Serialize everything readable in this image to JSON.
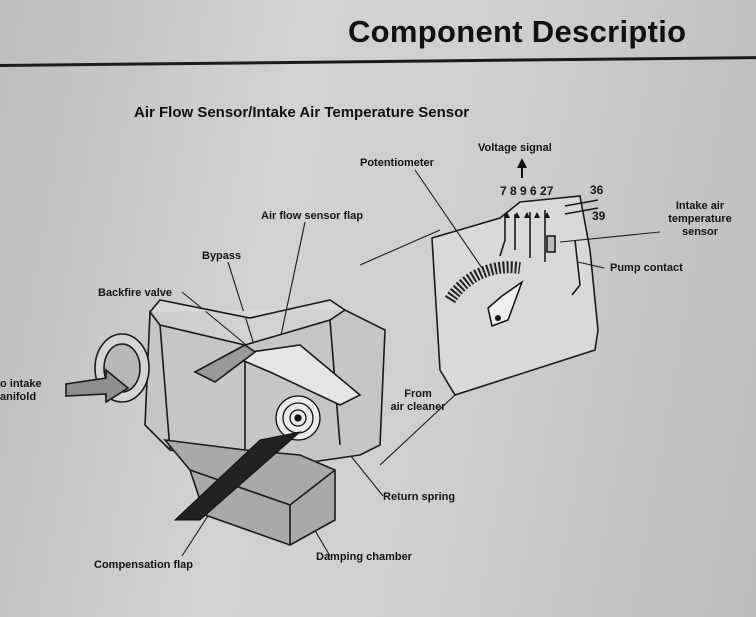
{
  "header": {
    "title": "Component Descriptio"
  },
  "section": {
    "title": "Air Flow Sensor/Intake Air Temperature Sensor"
  },
  "labels": {
    "voltage_signal": "Voltage signal",
    "potentiometer": "Potentiometer",
    "terminals_left": "7 8 9 6 27",
    "terminal_36": "36",
    "terminal_39": "39",
    "intake_air_line1": "Intake air",
    "intake_air_line2": "temperature",
    "intake_air_line3": "sensor",
    "air_flow_sensor_flap": "Air flow sensor flap",
    "bypass": "Bypass",
    "pump_contact": "Pump contact",
    "backfire_valve": "Backfire valve",
    "to_intake_line1": "o intake",
    "to_intake_line2": "anifold",
    "from_line1": "From",
    "from_line2": "air cleaner",
    "return_spring": "Return spring",
    "compensation_flap": "Compensation flap",
    "damping_chamber": "Damping chamber"
  }
}
